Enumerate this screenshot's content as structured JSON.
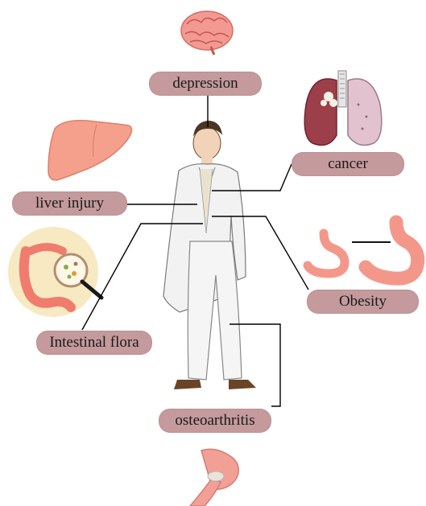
{
  "labels": {
    "depression": "depression",
    "cancer": "cancer",
    "liver_injury": "liver injury",
    "obesity": "Obesity",
    "intestinal_flora": "Intestinal flora",
    "osteoarthritis": "osteoarthritis"
  },
  "icons": {
    "brain": "brain-icon",
    "lungs": "lungs-icon",
    "liver": "liver-icon",
    "intestine": "intestine-magnifier-icon",
    "stomach_small": "stomach-small-icon",
    "stomach_large": "stomach-large-icon",
    "knee": "knee-joint-icon",
    "person": "doctor-figure"
  },
  "colors": {
    "label_fill": "#c49a9c",
    "organ_pink": "#f08a80",
    "connector": "#000000",
    "coat": "#f2f2f2"
  }
}
